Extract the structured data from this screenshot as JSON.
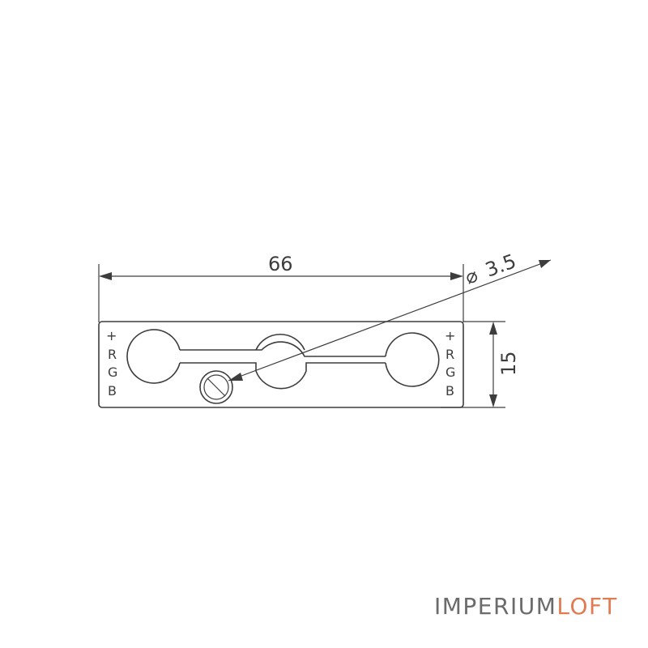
{
  "dimensions": {
    "length": "66",
    "width": "15",
    "hole_diameter_symbol": "⌀",
    "hole_diameter": "3.5"
  },
  "pin_labels_left": [
    "+",
    "R",
    "G",
    "B"
  ],
  "pin_labels_right": [
    "+",
    "R",
    "G",
    "B"
  ],
  "brand": {
    "part1": "IMPERIUM",
    "part2": "LOFT",
    "colors": {
      "part1": "#6b6b6b",
      "part2": "#e07b52"
    }
  }
}
